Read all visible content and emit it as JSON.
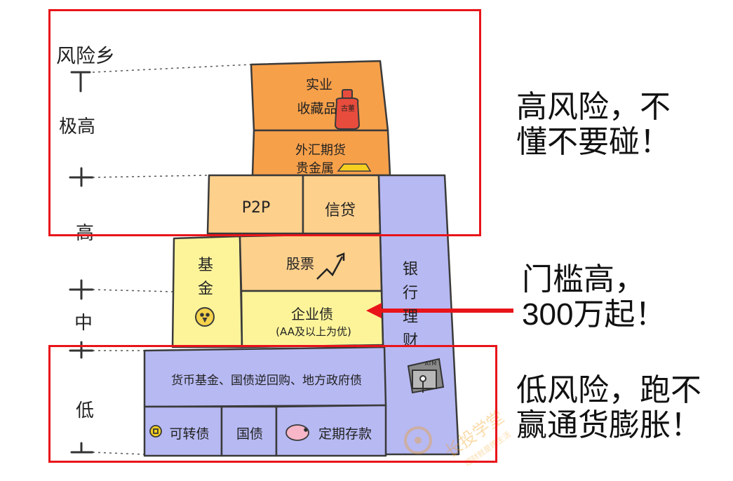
{
  "axis": {
    "title": "风险乡",
    "levels": [
      "极高",
      "高",
      "中",
      "低"
    ]
  },
  "blocks": {
    "row1": "实业",
    "collectibles": "收藏品",
    "collectibles_badge": "古董",
    "fx": "外汇期货",
    "metals": "贵金属",
    "p2p": "P2P",
    "credit": "信贷",
    "fund": "基金",
    "stocks": "股票",
    "corp_bond": "企业债",
    "corp_bond_note": "(AA及以上为优)",
    "bank_wm": "银行理财",
    "atm": "ATM",
    "money_fund": "货币基金、国债逆回购、地方政府债",
    "convertible": "可转债",
    "treasury": "国债",
    "deposit": "定期存款"
  },
  "callouts": {
    "high_line1": "高风险，不",
    "high_line2": "懂不要碰！",
    "mid_line1": "门槛高，",
    "mid_line2": "300万起！",
    "low_line1": "低风险，跑不",
    "low_line2": "赢通货膨胀！"
  },
  "watermark": {
    "brand": "长投学堂",
    "slogan": "理财就是理生活"
  },
  "colors": {
    "orange": "#f7a04a",
    "light_orange": "#fdd08c",
    "yellow": "#fdf49a",
    "lavender": "#b7b9f3",
    "red": "#e8141a"
  }
}
